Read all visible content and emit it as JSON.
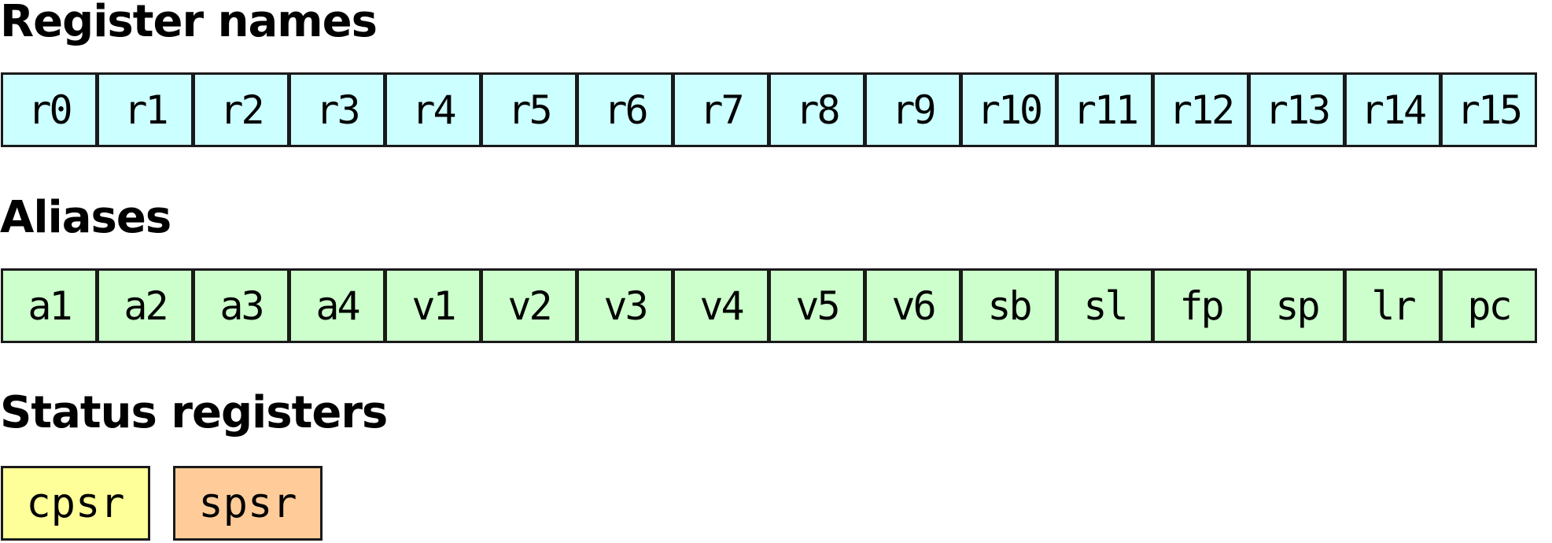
{
  "sections": {
    "registers_heading": "Register names",
    "aliases_heading": "Aliases",
    "status_heading": "Status registers"
  },
  "colors": {
    "register_fill": "#ccffff",
    "alias_fill": "#ccffcc",
    "cpsr_fill": "#ffff99",
    "spsr_fill": "#ffcc99",
    "border": "#1a1a1a"
  },
  "registers": [
    "r0",
    "r1",
    "r2",
    "r3",
    "r4",
    "r5",
    "r6",
    "r7",
    "r8",
    "r9",
    "r10",
    "r11",
    "r12",
    "r13",
    "r14",
    "r15"
  ],
  "aliases": [
    "a1",
    "a2",
    "a3",
    "a4",
    "v1",
    "v2",
    "v3",
    "v4",
    "v5",
    "v6",
    "sb",
    "sl",
    "fp",
    "sp",
    "lr",
    "pc"
  ],
  "status_registers": [
    "cpsr",
    "spsr"
  ]
}
